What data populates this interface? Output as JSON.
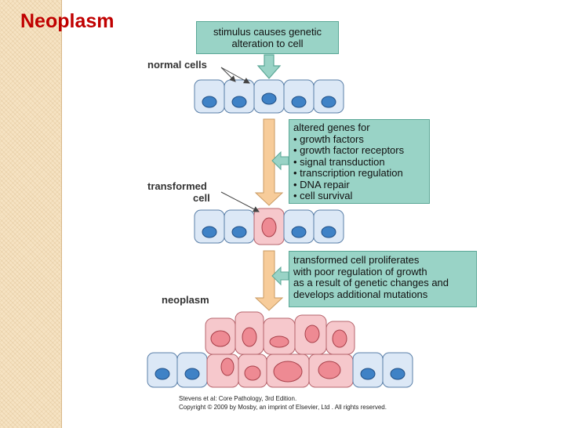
{
  "slide_title": "Neoplasm",
  "labels": {
    "normal_cells": "normal cells",
    "transformed_cell_line1": "transformed",
    "transformed_cell_line2": "cell",
    "neoplasm": "neoplasm"
  },
  "boxes": {
    "stimulus": {
      "line1": "stimulus causes genetic",
      "line2": "alteration to cell"
    },
    "altered_genes": {
      "heading": "altered genes for",
      "items": [
        "growth factors",
        "growth factor receptors",
        "signal transduction",
        "transcription regulation",
        "DNA repair",
        "cell survival"
      ]
    },
    "proliferation": {
      "lines": [
        "transformed cell proliferates",
        "with poor regulation of growth",
        "as a result of genetic changes and",
        "develops additional mutations"
      ]
    }
  },
  "caption": {
    "line1": "Stevens et al: Core Pathology, 3rd Edition.",
    "line2": "Copyright © 2009 by Mosby, an imprint of Elsevier, Ltd . All rights reserved."
  },
  "colors": {
    "normal_cell_fill": "#dce8f6",
    "normal_nucleus": "#3f82c6",
    "transformed_cell_fill": "#f6c8cc",
    "transformed_nucleus": "#ee8a93",
    "box_fill": "#99d3c6",
    "arrow_fill": "#f7cc9a",
    "title_color": "#c00000"
  }
}
